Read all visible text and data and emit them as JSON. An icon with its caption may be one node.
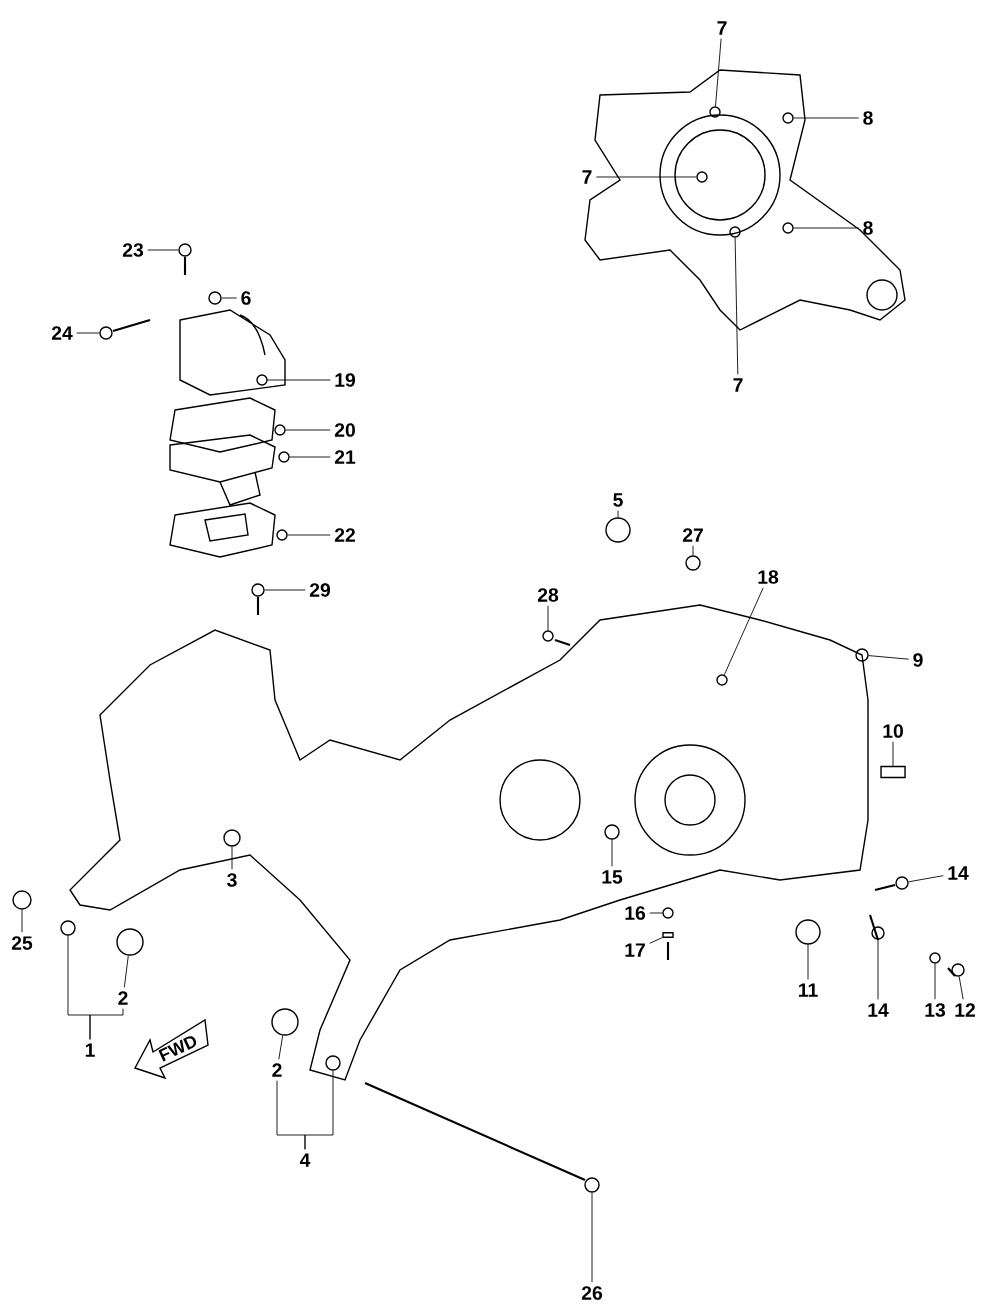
{
  "diagram": {
    "nodes": [
      {
        "text": [
          "7"
        ]
      },
      {
        "text": [
          "8"
        ]
      },
      {
        "text": [
          "7"
        ]
      },
      {
        "text": [
          "8"
        ]
      },
      {
        "text": [
          "7"
        ]
      },
      {
        "text": [
          "23"
        ]
      },
      {
        "text": [
          "6"
        ]
      },
      {
        "text": [
          "24"
        ]
      },
      {
        "text": [
          "19"
        ]
      },
      {
        "text": [
          "20"
        ]
      },
      {
        "text": [
          "21"
        ]
      },
      {
        "text": [
          "5"
        ]
      },
      {
        "text": [
          "27"
        ]
      },
      {
        "text": [
          "22"
        ]
      },
      {
        "text": [
          "18"
        ]
      },
      {
        "text": [
          "29"
        ]
      },
      {
        "text": [
          "28"
        ]
      },
      {
        "text": [
          "9"
        ]
      },
      {
        "text": [
          "10"
        ]
      },
      {
        "text": [
          "14"
        ]
      },
      {
        "text": [
          "15"
        ]
      },
      {
        "text": [
          "3"
        ]
      },
      {
        "text": [
          "16"
        ]
      },
      {
        "text": [
          "25"
        ]
      },
      {
        "text": [
          "17"
        ]
      },
      {
        "text": [
          "11"
        ]
      },
      {
        "text": [
          "14"
        ]
      },
      {
        "text": [
          "13"
        ]
      },
      {
        "text": [
          "12"
        ]
      },
      {
        "text": [
          "2"
        ]
      },
      {
        "text": [
          "1"
        ]
      },
      {
        "text": [
          "2"
        ]
      },
      {
        "text": [
          "4"
        ]
      },
      {
        "text": [
          "26"
        ]
      },
      {
        "text": [],
        "shape": "circle"
      },
      {
        "text": [],
        "shape": "circle"
      },
      {
        "text": [],
        "shape": "circle"
      },
      {
        "text": [],
        "shape": "circle"
      },
      {
        "text": [],
        "shape": "circle"
      },
      {
        "text": [],
        "shape": "circle"
      },
      {
        "text": [],
        "shape": "circle"
      },
      {
        "text": [],
        "shape": "circle"
      },
      {
        "text": [],
        "shape": "circle"
      },
      {
        "text": [],
        "shape": "circle"
      },
      {
        "text": [],
        "shape": "circle"
      },
      {
        "text": [],
        "shape": "circle"
      },
      {
        "text": [],
        "shape": "circle"
      },
      {
        "text": [],
        "shape": "circle"
      },
      {
        "text": [],
        "shape": "circle"
      },
      {
        "text": [],
        "shape": "circle"
      },
      {
        "text": [],
        "shape": "circle"
      },
      {
        "text": [],
        "shape": "circle"
      },
      {
        "text": [],
        "shape": "box"
      },
      {
        "text": [],
        "shape": "circle"
      },
      {
        "text": [],
        "shape": "circle"
      },
      {
        "text": [],
        "shape": "circle"
      },
      {
        "text": [],
        "shape": "circle"
      },
      {
        "text": [],
        "shape": "circle"
      },
      {
        "text": [],
        "shape": "box"
      },
      {
        "text": [],
        "shape": "circle"
      },
      {
        "text": [],
        "shape": "circle"
      },
      {
        "text": [],
        "shape": "circle"
      },
      {
        "text": [],
        "shape": "circle"
      },
      {
        "text": [],
        "shape": "circle"
      },
      {
        "text": [],
        "shape": "circle"
      },
      {
        "text": [],
        "shape": "circle"
      },
      {
        "text": [],
        "shape": "circle"
      },
      {
        "text": [],
        "shape": "circle"
      }
    ],
    "edges": [
      {
        "from": 0,
        "to": 34,
        "arrow": "none"
      },
      {
        "from": 1,
        "to": 35,
        "arrow": "none"
      },
      {
        "from": 2,
        "to": 36,
        "arrow": "none"
      },
      {
        "from": 3,
        "to": 37,
        "arrow": "none"
      },
      {
        "from": 4,
        "to": 38,
        "arrow": "none"
      },
      {
        "from": 5,
        "to": 39,
        "arrow": "none"
      },
      {
        "from": 6,
        "to": 40,
        "arrow": "none"
      },
      {
        "from": 7,
        "to": 41,
        "arrow": "none"
      },
      {
        "from": 8,
        "to": 42,
        "arrow": "none"
      },
      {
        "from": 9,
        "to": 43,
        "arrow": "none"
      },
      {
        "from": 10,
        "to": 44,
        "arrow": "none"
      },
      {
        "from": 11,
        "to": 45,
        "arrow": "none"
      },
      {
        "from": 12,
        "to": 46,
        "arrow": "none"
      },
      {
        "from": 13,
        "to": 47,
        "arrow": "none"
      },
      {
        "from": 14,
        "to": 48,
        "arrow": "none"
      },
      {
        "from": 15,
        "to": 49,
        "arrow": "none"
      },
      {
        "from": 16,
        "to": 50,
        "arrow": "none"
      },
      {
        "from": 17,
        "to": 51,
        "arrow": "none"
      },
      {
        "from": 18,
        "to": 52,
        "arrow": "none"
      },
      {
        "from": 19,
        "to": 53,
        "arrow": "none"
      },
      {
        "from": 20,
        "to": 54,
        "arrow": "none"
      },
      {
        "from": 21,
        "to": 55,
        "arrow": "none"
      },
      {
        "from": 22,
        "to": 56,
        "arrow": "none"
      },
      {
        "from": 23,
        "to": 57,
        "arrow": "none"
      },
      {
        "from": 24,
        "to": 58,
        "arrow": "none"
      },
      {
        "from": 25,
        "to": 59,
        "arrow": "none"
      },
      {
        "from": 26,
        "to": 60,
        "arrow": "none"
      },
      {
        "from": 27,
        "to": 61,
        "arrow": "none"
      },
      {
        "from": 28,
        "to": 62,
        "arrow": "none"
      },
      {
        "from": 29,
        "to": 63,
        "arrow": "none"
      },
      {
        "from": 30,
        "to": 64,
        "arrow": "none"
      },
      {
        "from": 30,
        "to": 29,
        "arrow": "none"
      },
      {
        "from": 31,
        "to": 65,
        "arrow": "none"
      },
      {
        "from": 32,
        "to": 31,
        "arrow": "none"
      },
      {
        "from": 32,
        "to": 66,
        "arrow": "none"
      },
      {
        "from": 33,
        "to": 67,
        "arrow": "none"
      }
    ],
    "labels": [
      "FWD"
    ]
  }
}
